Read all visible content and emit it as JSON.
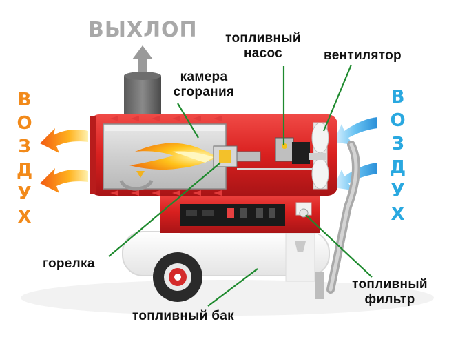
{
  "labels": {
    "exhaust": "ВЫХЛОП",
    "combustion_chamber_1": "камера",
    "combustion_chamber_2": "сгорания",
    "fuel_pump_1": "топливный",
    "fuel_pump_2": "насос",
    "fan": "вентилятор",
    "burner": "горелка",
    "fuel_filter_1": "топливный",
    "fuel_filter_2": "фильтр",
    "fuel_tank": "топливный бак"
  },
  "air_left": [
    "В",
    "О",
    "З",
    "Д",
    "У",
    "Х"
  ],
  "air_right": [
    "В",
    "О",
    "З",
    "Д",
    "У",
    "Х"
  ],
  "colors": {
    "air_left_text": "#f28a1a",
    "air_right_text": "#29a8e0",
    "heater_body": "#e0262a",
    "leader_lines": "#1e8a2e",
    "exhaust_text": "#a8a8a8"
  }
}
